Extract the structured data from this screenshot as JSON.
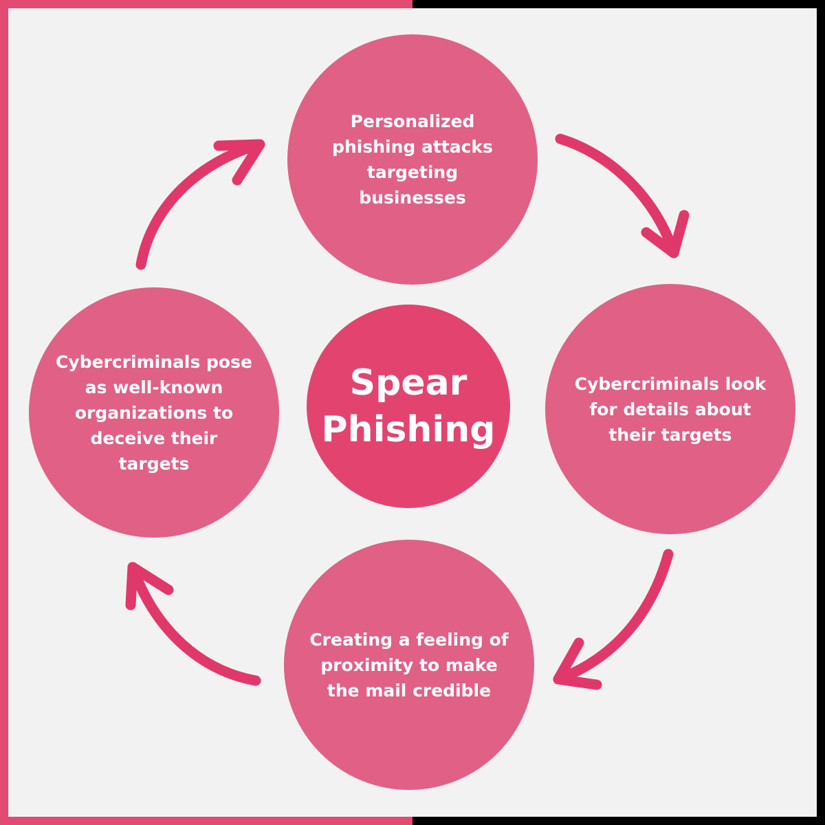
{
  "colors": {
    "frame_left": "#e24a72",
    "frame_right": "#000000",
    "background": "#f3f2f2",
    "step_circle": "#e06086",
    "center_circle": "#e3446f",
    "arrow": "#e0386a",
    "text": "#ffffff"
  },
  "center": {
    "title": "Spear Phishing"
  },
  "steps": [
    {
      "text": "Personalized phishing attacks targeting businesses"
    },
    {
      "text": "Cybercriminals look for details about their targets"
    },
    {
      "text": "Creating a feeling of proximity to make the mail credible"
    },
    {
      "text": "Cybercriminals pose as well-known organizations to deceive their targets"
    }
  ]
}
